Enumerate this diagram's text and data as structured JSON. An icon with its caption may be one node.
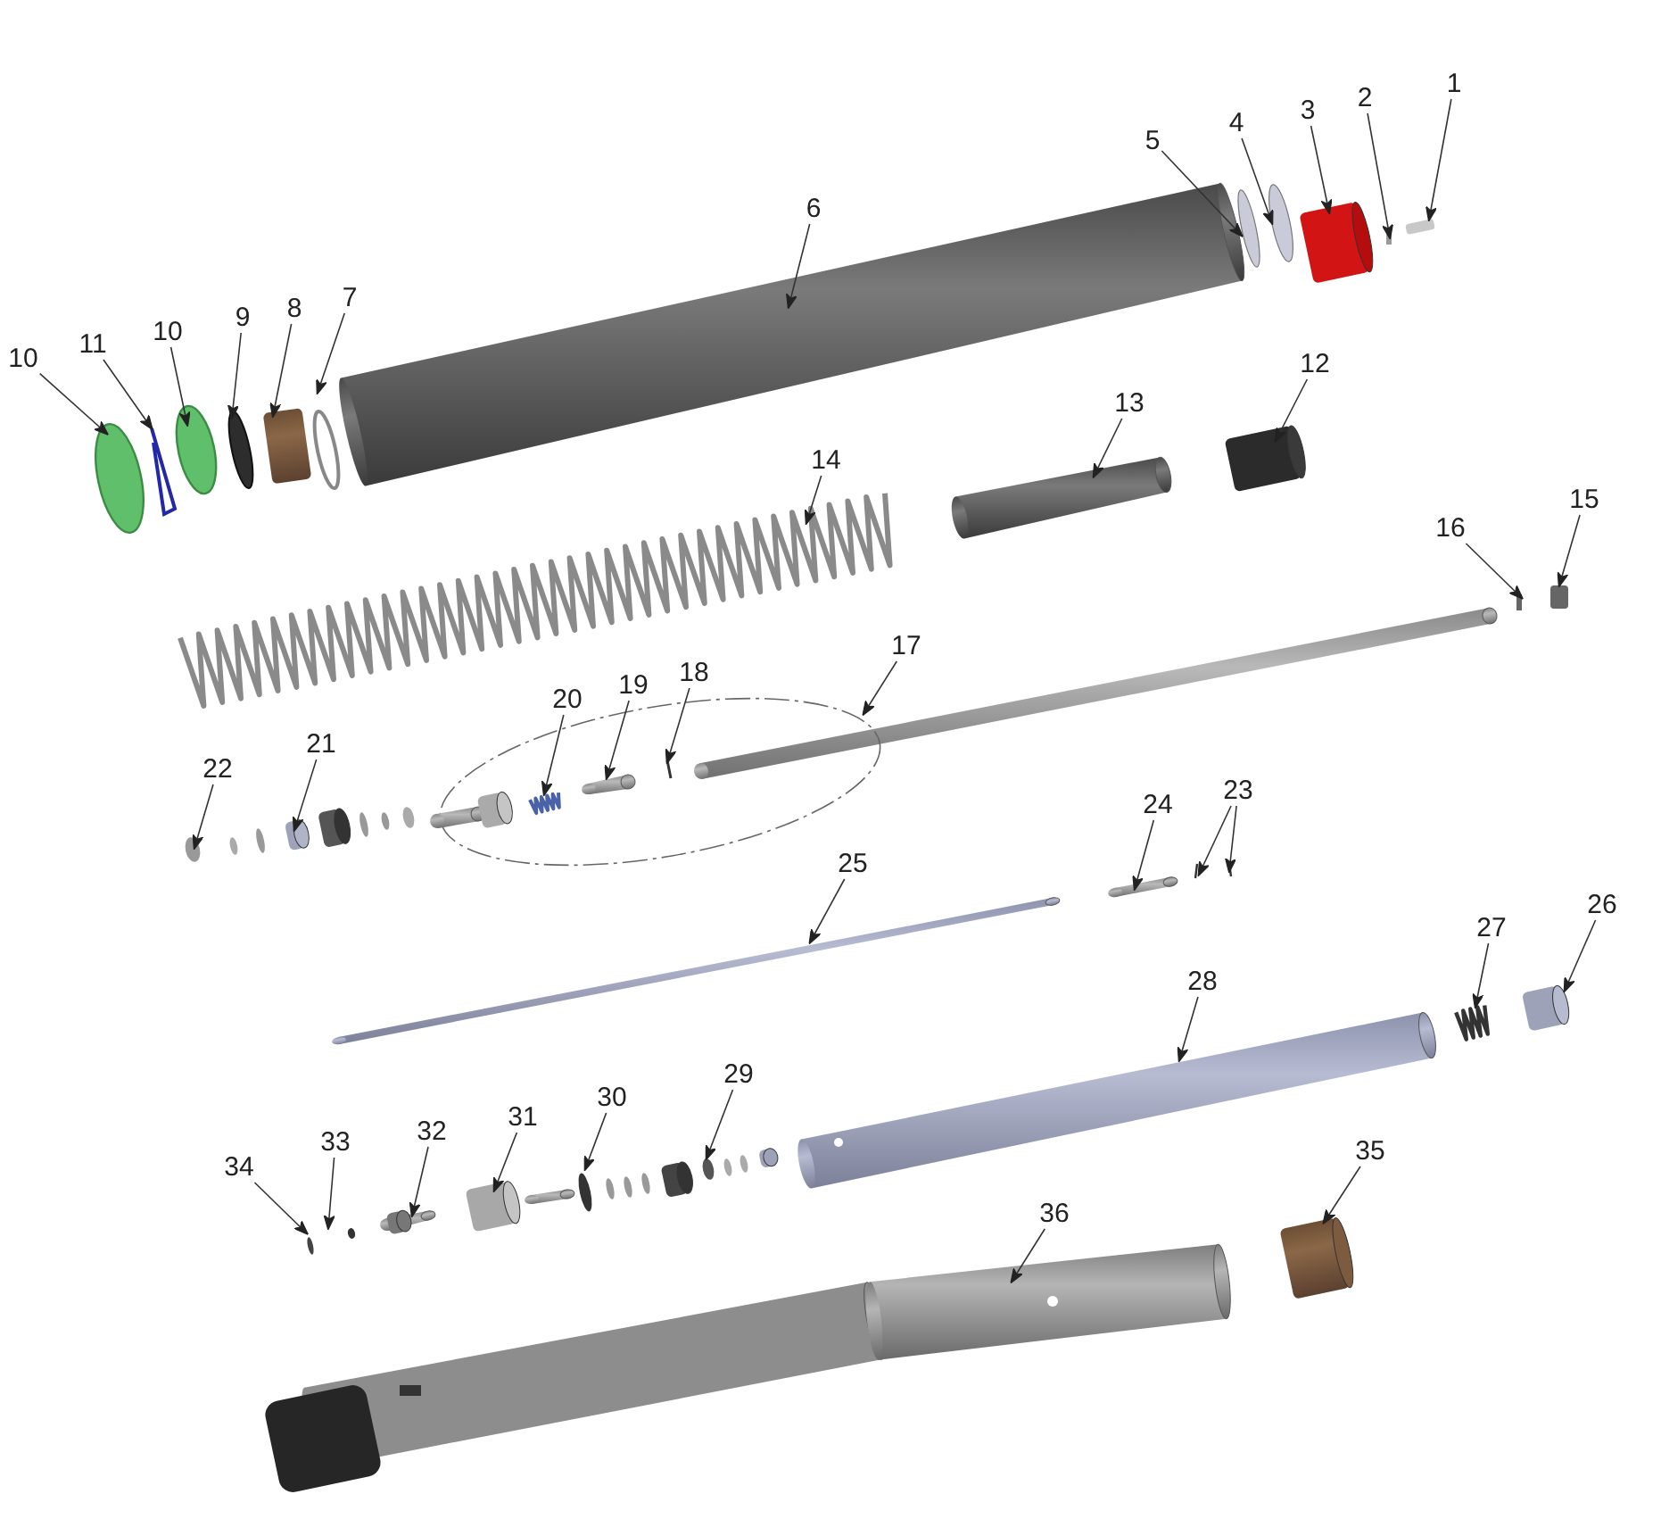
{
  "diagram": {
    "nodes": [
      {
        "text": [
          "1"
        ]
      },
      {
        "text": [
          "2"
        ]
      },
      {
        "text": [
          "3"
        ]
      },
      {
        "text": [
          "4"
        ]
      },
      {
        "text": [
          "5"
        ]
      },
      {
        "text": [
          "6"
        ]
      },
      {
        "text": [
          "7"
        ]
      },
      {
        "text": [
          "8"
        ]
      },
      {
        "text": [
          "9"
        ]
      },
      {
        "text": [
          "10"
        ]
      },
      {
        "text": [
          "11"
        ]
      },
      {
        "text": [
          "10"
        ]
      },
      {
        "text": [
          "12"
        ]
      },
      {
        "text": [
          "13"
        ]
      },
      {
        "text": [
          "14"
        ]
      },
      {
        "text": [
          "15"
        ]
      },
      {
        "text": [
          "16"
        ]
      },
      {
        "text": [
          "17"
        ]
      },
      {
        "text": [
          "18"
        ]
      },
      {
        "text": [
          "19"
        ]
      },
      {
        "text": [
          "20"
        ]
      },
      {
        "text": [
          "21"
        ]
      },
      {
        "text": [
          "22"
        ]
      },
      {
        "text": [
          "23"
        ]
      },
      {
        "text": [
          "24"
        ]
      },
      {
        "text": [
          "25"
        ]
      },
      {
        "text": [
          "26"
        ]
      },
      {
        "text": [
          "27"
        ]
      },
      {
        "text": [
          "28"
        ]
      },
      {
        "text": [
          "29"
        ]
      },
      {
        "text": [
          "30"
        ]
      },
      {
        "text": [
          "31"
        ]
      },
      {
        "text": [
          "32"
        ]
      },
      {
        "text": [
          "33"
        ]
      },
      {
        "text": [
          "34"
        ]
      },
      {
        "text": [
          "35"
        ]
      },
      {
        "text": [
          "36"
        ]
      }
    ],
    "edges": [
      {
        "from": 0,
        "to": null,
        "arrow": "to"
      },
      {
        "from": 1,
        "to": null,
        "arrow": "to"
      },
      {
        "from": 2,
        "to": null,
        "arrow": "to"
      },
      {
        "from": 3,
        "to": null,
        "arrow": "to"
      },
      {
        "from": 4,
        "to": null,
        "arrow": "to"
      },
      {
        "from": 5,
        "to": null,
        "arrow": "to"
      },
      {
        "from": 6,
        "to": null,
        "arrow": "to"
      },
      {
        "from": 7,
        "to": null,
        "arrow": "to"
      },
      {
        "from": 8,
        "to": null,
        "arrow": "to"
      },
      {
        "from": 9,
        "to": null,
        "arrow": "to"
      },
      {
        "from": 10,
        "to": null,
        "arrow": "to"
      },
      {
        "from": 11,
        "to": null,
        "arrow": "to"
      },
      {
        "from": 12,
        "to": null,
        "arrow": "to"
      },
      {
        "from": 13,
        "to": null,
        "arrow": "to"
      },
      {
        "from": 14,
        "to": null,
        "arrow": "to"
      },
      {
        "from": 15,
        "to": null,
        "arrow": "to"
      },
      {
        "from": 16,
        "to": null,
        "arrow": "to"
      },
      {
        "from": 17,
        "to": null,
        "arrow": "to"
      },
      {
        "from": 18,
        "to": null,
        "arrow": "to"
      },
      {
        "from": 19,
        "to": null,
        "arrow": "to"
      },
      {
        "from": 20,
        "to": null,
        "arrow": "to"
      },
      {
        "from": 21,
        "to": null,
        "arrow": "to"
      },
      {
        "from": 22,
        "to": null,
        "arrow": "to"
      },
      {
        "from": 23,
        "to": null,
        "arrow": "to"
      },
      {
        "from": 24,
        "to": null,
        "arrow": "to"
      },
      {
        "from": 25,
        "to": null,
        "arrow": "to"
      },
      {
        "from": 26,
        "to": null,
        "arrow": "to"
      },
      {
        "from": 27,
        "to": null,
        "arrow": "to"
      },
      {
        "from": 28,
        "to": null,
        "arrow": "to"
      },
      {
        "from": 29,
        "to": null,
        "arrow": "to"
      },
      {
        "from": 30,
        "to": null,
        "arrow": "to"
      },
      {
        "from": 31,
        "to": null,
        "arrow": "to"
      },
      {
        "from": 32,
        "to": null,
        "arrow": "to"
      },
      {
        "from": 33,
        "to": null,
        "arrow": "to"
      },
      {
        "from": 34,
        "to": null,
        "arrow": "to"
      },
      {
        "from": 35,
        "to": null,
        "arrow": "to"
      },
      {
        "from": 36,
        "to": null,
        "arrow": "to"
      },
      {
        "from": 23,
        "to": null,
        "arrow": "to"
      }
    ]
  }
}
